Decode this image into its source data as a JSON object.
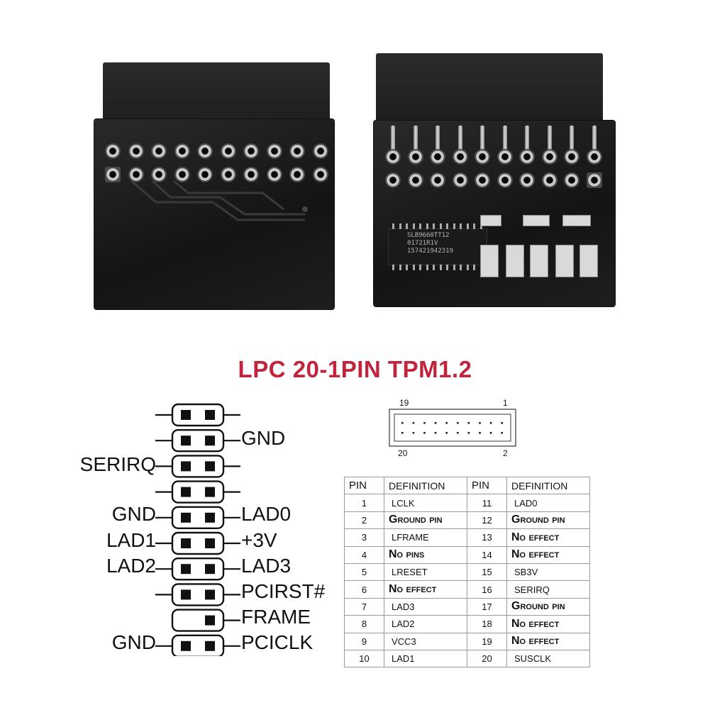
{
  "title": "LPC 20-1PIN TPM1.2",
  "chip_text": [
    "SLB9660TT12",
    "01721R1V",
    "157421942319"
  ],
  "header_diagram": {
    "top_left": "19",
    "top_right": "1",
    "bottom_left": "20",
    "bottom_right": "2"
  },
  "pinout_left": [
    "SERIRQ",
    "GND",
    "LAD1",
    "LAD2",
    "GND"
  ],
  "pinout_right": [
    "GND",
    "LAD0",
    "+3V",
    "LAD3",
    "PCIRST#",
    "FRAME",
    "PCICLK"
  ],
  "table": {
    "headers": [
      "PIN",
      "DEFINITION",
      "PIN",
      "DEFINITION"
    ],
    "rows": [
      [
        "1",
        "LCLK",
        "11",
        "LAD0"
      ],
      [
        "2",
        "Ground pin",
        "12",
        "Ground pin"
      ],
      [
        "3",
        "LFRAME",
        "13",
        "No effect"
      ],
      [
        "4",
        "No pins",
        "14",
        "No effect"
      ],
      [
        "5",
        "LRESET",
        "15",
        "SB3V"
      ],
      [
        "6",
        "No effect",
        "16",
        "SERIRQ"
      ],
      [
        "7",
        "LAD3",
        "17",
        "Ground pin"
      ],
      [
        "8",
        "LAD2",
        "18",
        "No effect"
      ],
      [
        "9",
        "VCC3",
        "19",
        "No effect"
      ],
      [
        "10",
        "LAD1",
        "20",
        "SUSCLK"
      ]
    ]
  },
  "colors": {
    "title": "#c0253d",
    "board": "#1c1c1c"
  }
}
